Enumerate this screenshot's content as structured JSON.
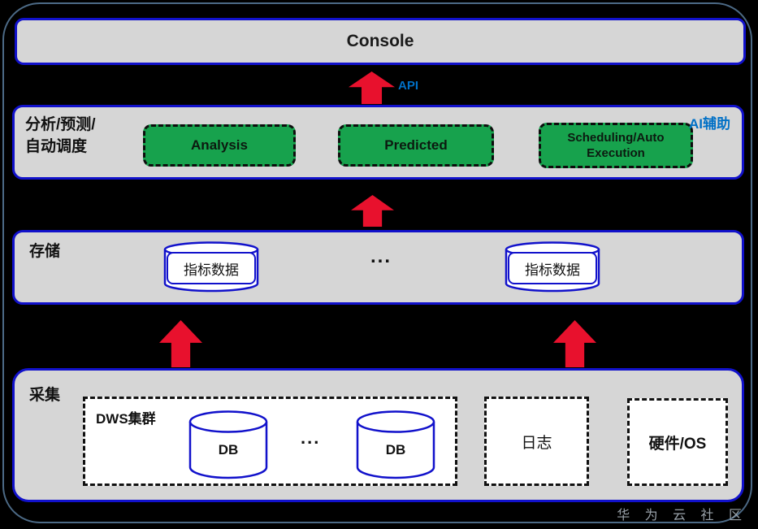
{
  "colors": {
    "background": "#000000",
    "layer_fill": "#d6d6d6",
    "layer_border_blue": "#1111cb",
    "green_box": "#17a24d",
    "arrow_red": "#e8112d",
    "accent_blue_text": "#0070c6",
    "watermark_gray": "#9aa2aa"
  },
  "console": {
    "title": "Console"
  },
  "api": {
    "label": "API"
  },
  "analysis_layer": {
    "title_line1": "分析/预测/",
    "title_line2": "自动调度",
    "ai_badge": "AI辅助",
    "box_analysis": "Analysis",
    "box_predicted": "Predicted",
    "box_scheduling": "Scheduling/Auto Execution"
  },
  "storage_layer": {
    "title": "存储",
    "cylinder_left": "指标数据",
    "cylinder_right": "指标数据",
    "ellipsis": "..."
  },
  "collection_layer": {
    "title": "采集",
    "dws_label": "DWS集群",
    "db_left": "DB",
    "db_right": "DB",
    "ellipsis": "...",
    "logs_label": "日志",
    "hardware_label": "硬件/OS"
  },
  "watermark": "华 为 云 社 区"
}
